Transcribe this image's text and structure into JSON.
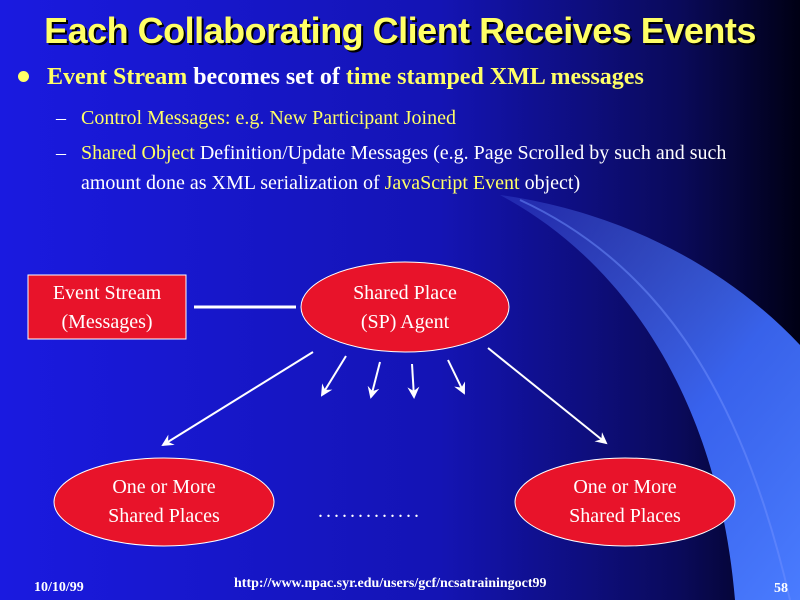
{
  "slide": {
    "title": "Each Collaborating Client Receives Events",
    "bullet": {
      "p1": "Event Stream",
      "p2": " becomes set of ",
      "p3": "time stamped  XML messages"
    },
    "subbullets": [
      {
        "dash": "–",
        "a": "Control Messages",
        "b": ": e.g. New Participant Joined"
      },
      {
        "dash": "–",
        "a": "Shared Object",
        "b": " Definition/Update Messages (e.g. Page Scrolled by such and such amount done as XML serialization of ",
        "c": "JavaScript Event",
        "d": " object)"
      }
    ]
  },
  "diagram": {
    "event_stream": {
      "line1": "Event Stream",
      "line2": "(Messages)"
    },
    "sp_agent": {
      "line1": "Shared Place",
      "line2": "(SP) Agent"
    },
    "left_places": {
      "line1": "One or More",
      "line2": "Shared Places"
    },
    "right_places": {
      "line1": "One or More",
      "line2": "Shared Places"
    },
    "ellipsis": "............."
  },
  "footer": {
    "date": "10/10/99",
    "url": "http://www.npac.syr.edu/users/gcf/ncsatrainingoct99",
    "page": "58"
  },
  "colors": {
    "title": "#ffff66",
    "node_fill": "#e8132a",
    "background": "#1717d6"
  }
}
